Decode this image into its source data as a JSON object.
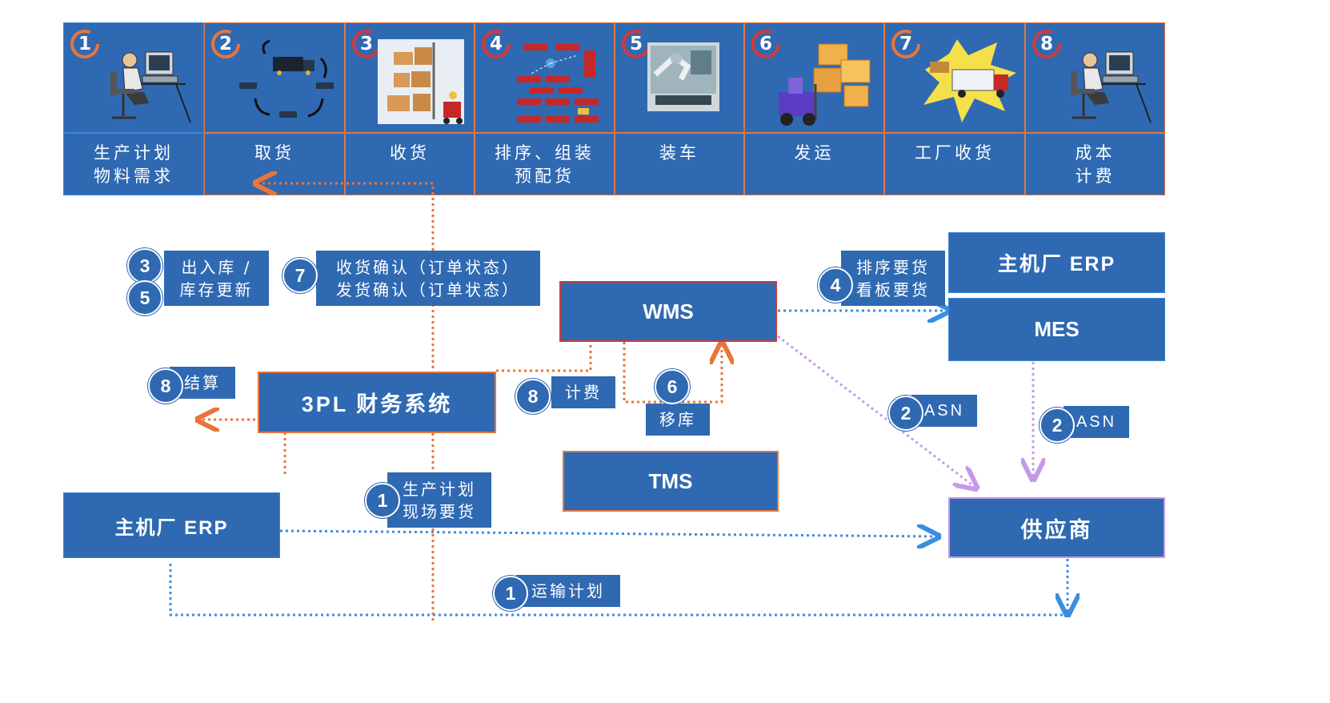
{
  "steps": [
    {
      "num": "1",
      "label1": "生产计划",
      "label2": "物料需求",
      "picture": "operator-at-computer-picture"
    },
    {
      "num": "2",
      "label1": "取货",
      "label2": "",
      "picture": "truck-pickup-cycle-picture"
    },
    {
      "num": "3",
      "label1": "收货",
      "label2": "",
      "picture": "warehouse-shelves-picture"
    },
    {
      "num": "4",
      "label1": "排序、组装",
      "label2": "预配货",
      "picture": "sequencing-layout-picture"
    },
    {
      "num": "5",
      "label1": "装车",
      "label2": "",
      "picture": "loading-robot-picture"
    },
    {
      "num": "6",
      "label1": "发运",
      "label2": "",
      "picture": "forklift-boxes-picture"
    },
    {
      "num": "7",
      "label1": "工厂收货",
      "label2": "",
      "picture": "truck-delivery-picture"
    },
    {
      "num": "8",
      "label1": "成本",
      "label2": "计费",
      "picture": "operator-at-computer-picture"
    }
  ],
  "systems": {
    "wms": "WMS",
    "tms": "TMS",
    "finance": "3PL 财务系统",
    "erp_left": "主机厂 ERP",
    "erp_right": "主机厂 ERP",
    "mes": "MES",
    "supplier": "供应商"
  },
  "labels": {
    "inout_line1": "出入库 /",
    "inout_line2": "库存更新",
    "confirm_line1": "收货确认（订单状态）",
    "confirm_line2": "发货确认（订单状态）",
    "settle": "结算",
    "billing": "计费",
    "transfer": "移库",
    "seq_line1": "排序要货",
    "seq_line2": "看板要货",
    "asn_a": "ASN",
    "asn_b": "ASN",
    "plan_line1": "生产计划",
    "plan_line2": "现场要货",
    "transport": "运输计划"
  },
  "badges": {
    "inout_a": "3",
    "inout_b": "5",
    "confirm": "7",
    "settle": "8",
    "billing": "8",
    "transfer": "6",
    "seq": "4",
    "asn_a": "2",
    "asn_b": "2",
    "plan": "1",
    "transport": "1"
  },
  "colors": {
    "box_blue": "#2f69b2",
    "arrow_orange": "#e8753a",
    "arrow_blue": "#3a8ee0",
    "arrow_purple": "#c49ae8",
    "ring_orange": "#e8753a",
    "ring_red": "#d03a3a",
    "wms_border": "#d03a3a",
    "supplier_border": "#c49ae8"
  }
}
